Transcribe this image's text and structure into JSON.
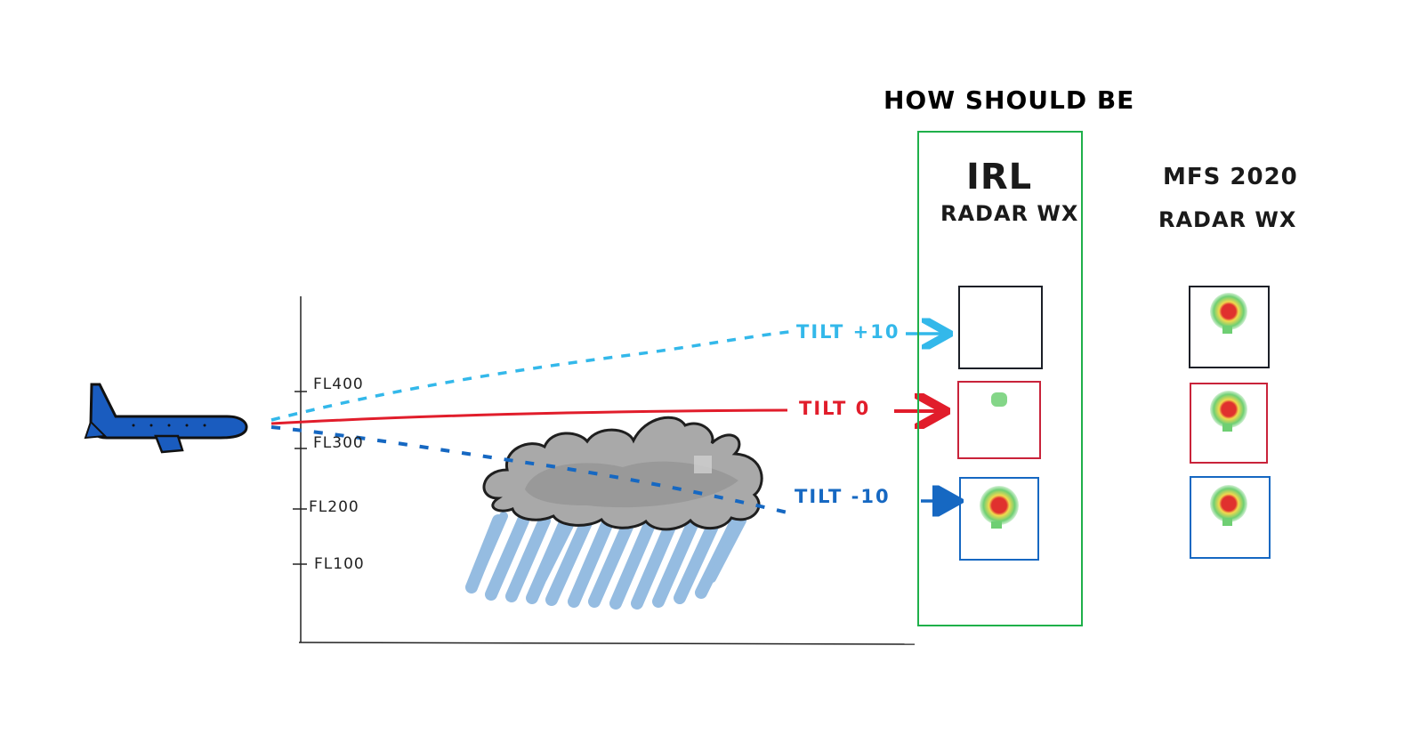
{
  "title": {
    "text": "HOW SHOULD BE",
    "color": "#f26a21"
  },
  "irl": {
    "heading": "IRL",
    "subheading": "RADAR WX",
    "frame_color": "#1fb04a"
  },
  "mfs": {
    "heading": "MFS 2020",
    "subheading": "RADAR WX"
  },
  "flight_levels": [
    "FL400",
    "FL300",
    "FL200",
    "FL100"
  ],
  "tilts": [
    {
      "label": "TILT +10",
      "color": "#33b8ea"
    },
    {
      "label": "TILT 0",
      "color": "#e11d2b"
    },
    {
      "label": "TILT -10",
      "color": "#1668c2"
    }
  ],
  "colors": {
    "plane": "#1a5cbf",
    "cloud": "#9e9e9e",
    "rain": "#3f86c9",
    "radar_red": "#e0312e",
    "radar_yellow": "#f2d94e",
    "radar_green": "#6fcf73",
    "box_black": "#1b1f27"
  },
  "irl_radar": [
    {
      "tilt": "TILT +10",
      "echo": "none"
    },
    {
      "tilt": "TILT 0",
      "echo": "small green"
    },
    {
      "tilt": "TILT -10",
      "echo": "full cell"
    }
  ],
  "mfs_radar": [
    {
      "tilt": "TILT +10",
      "echo": "full cell"
    },
    {
      "tilt": "TILT 0",
      "echo": "full cell"
    },
    {
      "tilt": "TILT -10",
      "echo": "full cell"
    }
  ]
}
